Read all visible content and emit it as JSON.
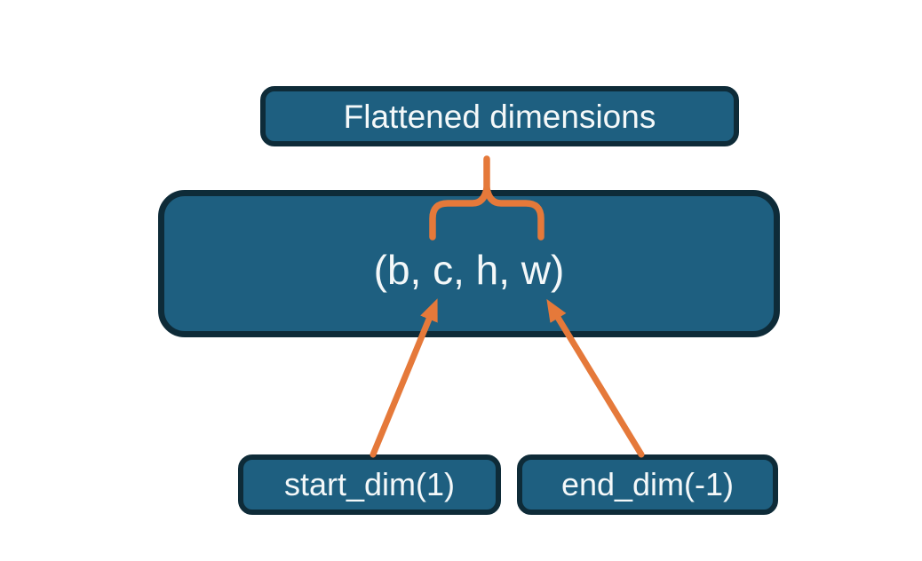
{
  "diagram": {
    "nodes": [
      {
        "id": "flattened-dimensions",
        "label": "Flattened dimensions"
      },
      {
        "id": "tensor-shape",
        "label": "(b, c, h, w)"
      },
      {
        "id": "start-dim",
        "label": "start_dim(1)"
      },
      {
        "id": "end-dim",
        "label": "end_dim(-1)"
      }
    ],
    "connectors": [
      {
        "id": "brace-connector",
        "type": "brace",
        "from": "flattened-dimensions",
        "to": "tensor-shape"
      },
      {
        "id": "start-dim-arrow",
        "type": "arrow",
        "from": "start-dim",
        "to": "tensor-shape"
      },
      {
        "id": "end-dim-arrow",
        "type": "arrow",
        "from": "end-dim",
        "to": "tensor-shape"
      }
    ],
    "colors": {
      "background": "#FFFFFF",
      "node_fill": "#1E5F80",
      "node_border": "#0E2B38",
      "node_text": "#F4F8F9",
      "connector_orange": "#E5793A"
    }
  }
}
